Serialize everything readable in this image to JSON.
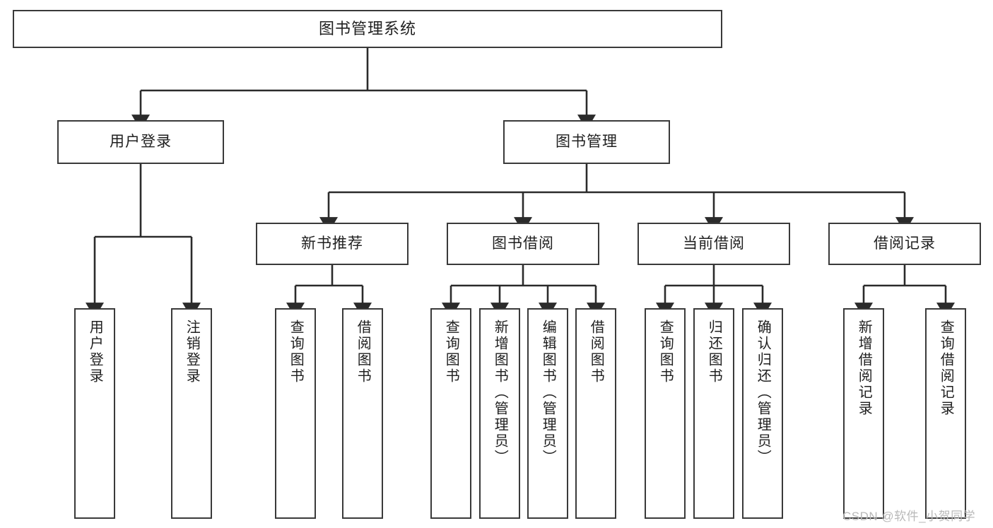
{
  "diagram": {
    "title": "图书管理系统",
    "type": "functional-structure-tree",
    "colors": {
      "box_border": "#3a3a3a",
      "box_fill": "#ffffff",
      "edge": "#2b2b2b",
      "text": "#1f1f1f",
      "watermark": "#b9b9b9"
    }
  },
  "root": {
    "label": "图书管理系统"
  },
  "level2": [
    {
      "id": "user-login",
      "label": "用户登录"
    },
    {
      "id": "book-manage",
      "label": "图书管理"
    }
  ],
  "level3": [
    {
      "id": "new-book-recommend",
      "label": "新书推荐"
    },
    {
      "id": "book-borrow",
      "label": "图书借阅"
    },
    {
      "id": "current-borrow",
      "label": "当前借阅"
    },
    {
      "id": "borrow-record",
      "label": "借阅记录"
    }
  ],
  "leaves": {
    "user_login": [
      {
        "id": "leaf-user-login",
        "label": "用户登录"
      },
      {
        "id": "leaf-user-logout",
        "label": "注销登录"
      }
    ],
    "new_book_recommend": [
      {
        "id": "leaf-query-book-1",
        "label": "查询图书"
      },
      {
        "id": "leaf-borrow-book-1",
        "label": "借阅图书"
      }
    ],
    "book_borrow": [
      {
        "id": "leaf-query-book-2",
        "label": "查询图书"
      },
      {
        "id": "leaf-add-book",
        "label": "新增图书（管理员）"
      },
      {
        "id": "leaf-edit-book",
        "label": "编辑图书（管理员）"
      },
      {
        "id": "leaf-borrow-book-2",
        "label": "借阅图书"
      }
    ],
    "current_borrow": [
      {
        "id": "leaf-query-book-3",
        "label": "查询图书"
      },
      {
        "id": "leaf-return-book",
        "label": "归还图书"
      },
      {
        "id": "leaf-confirm-return",
        "label": "确认归还（管理员）"
      }
    ],
    "borrow_record": [
      {
        "id": "leaf-add-record",
        "label": "新增借阅记录"
      },
      {
        "id": "leaf-query-record",
        "label": "查询借阅记录"
      }
    ]
  },
  "watermark": {
    "text": "CSDN @软件_小贺同学"
  }
}
